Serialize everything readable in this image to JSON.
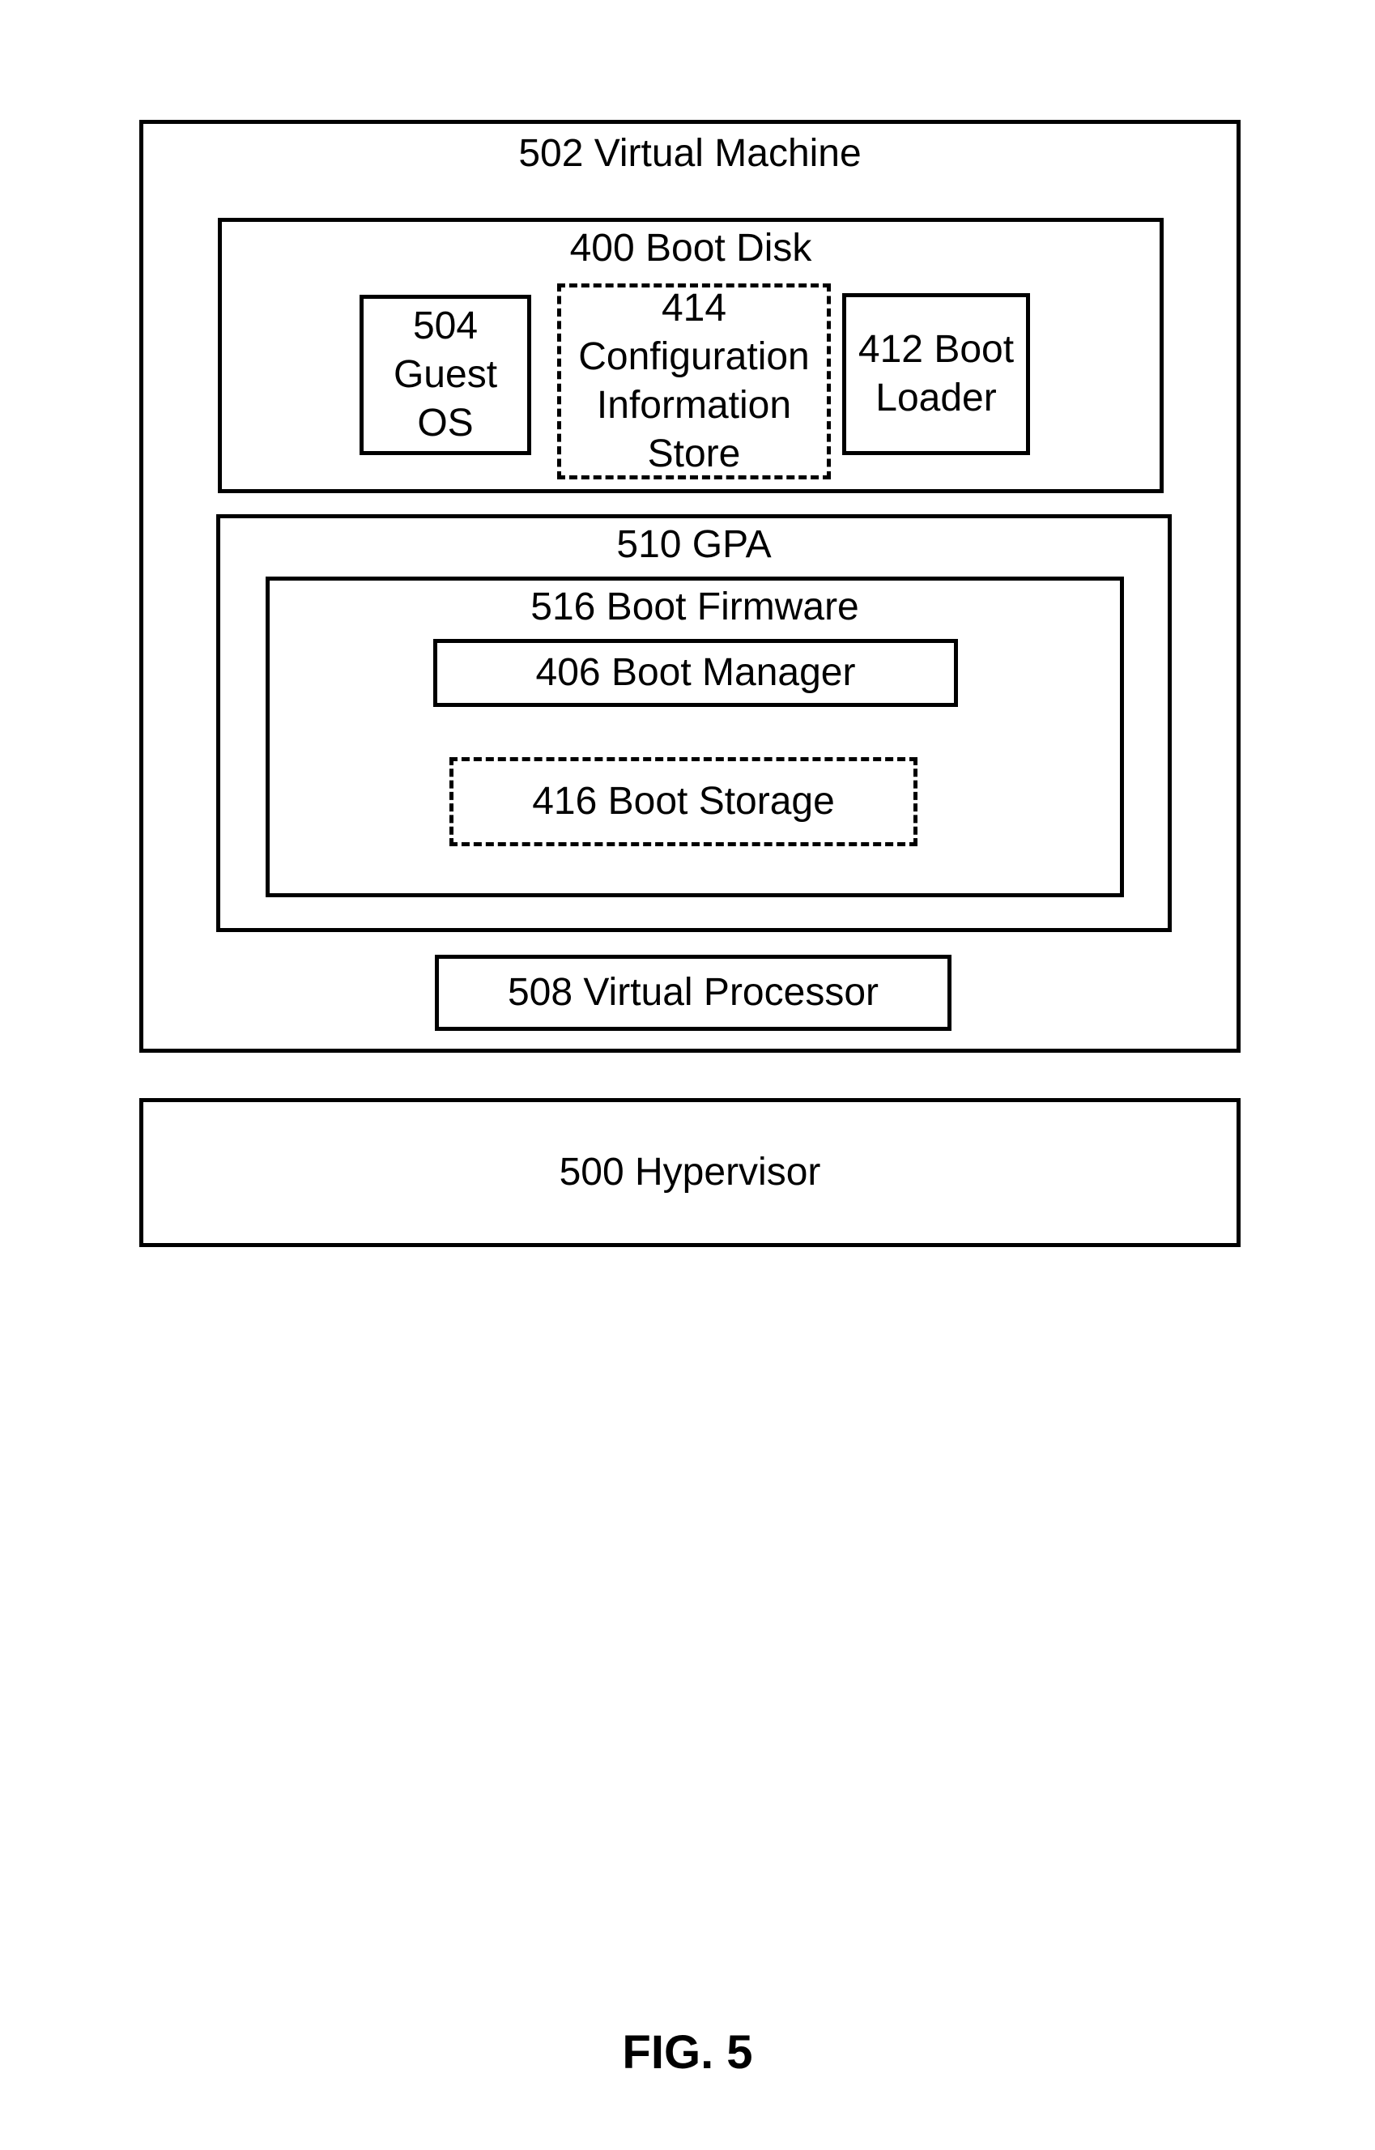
{
  "virtual_machine": {
    "label": "502 Virtual Machine"
  },
  "boot_disk": {
    "label": "400 Boot Disk",
    "guest_os": [
      "504",
      "Guest",
      "OS"
    ],
    "config_store": [
      "414",
      "Configuration",
      "Information",
      "Store"
    ],
    "boot_loader": [
      "412 Boot",
      "Loader"
    ]
  },
  "gpa": {
    "label": "510 GPA",
    "boot_firmware": {
      "label": "516 Boot Firmware",
      "boot_manager": "406 Boot Manager",
      "boot_storage": "416 Boot Storage"
    }
  },
  "virtual_processor": "508 Virtual Processor",
  "hypervisor": "500 Hypervisor",
  "figure_label": "FIG. 5"
}
